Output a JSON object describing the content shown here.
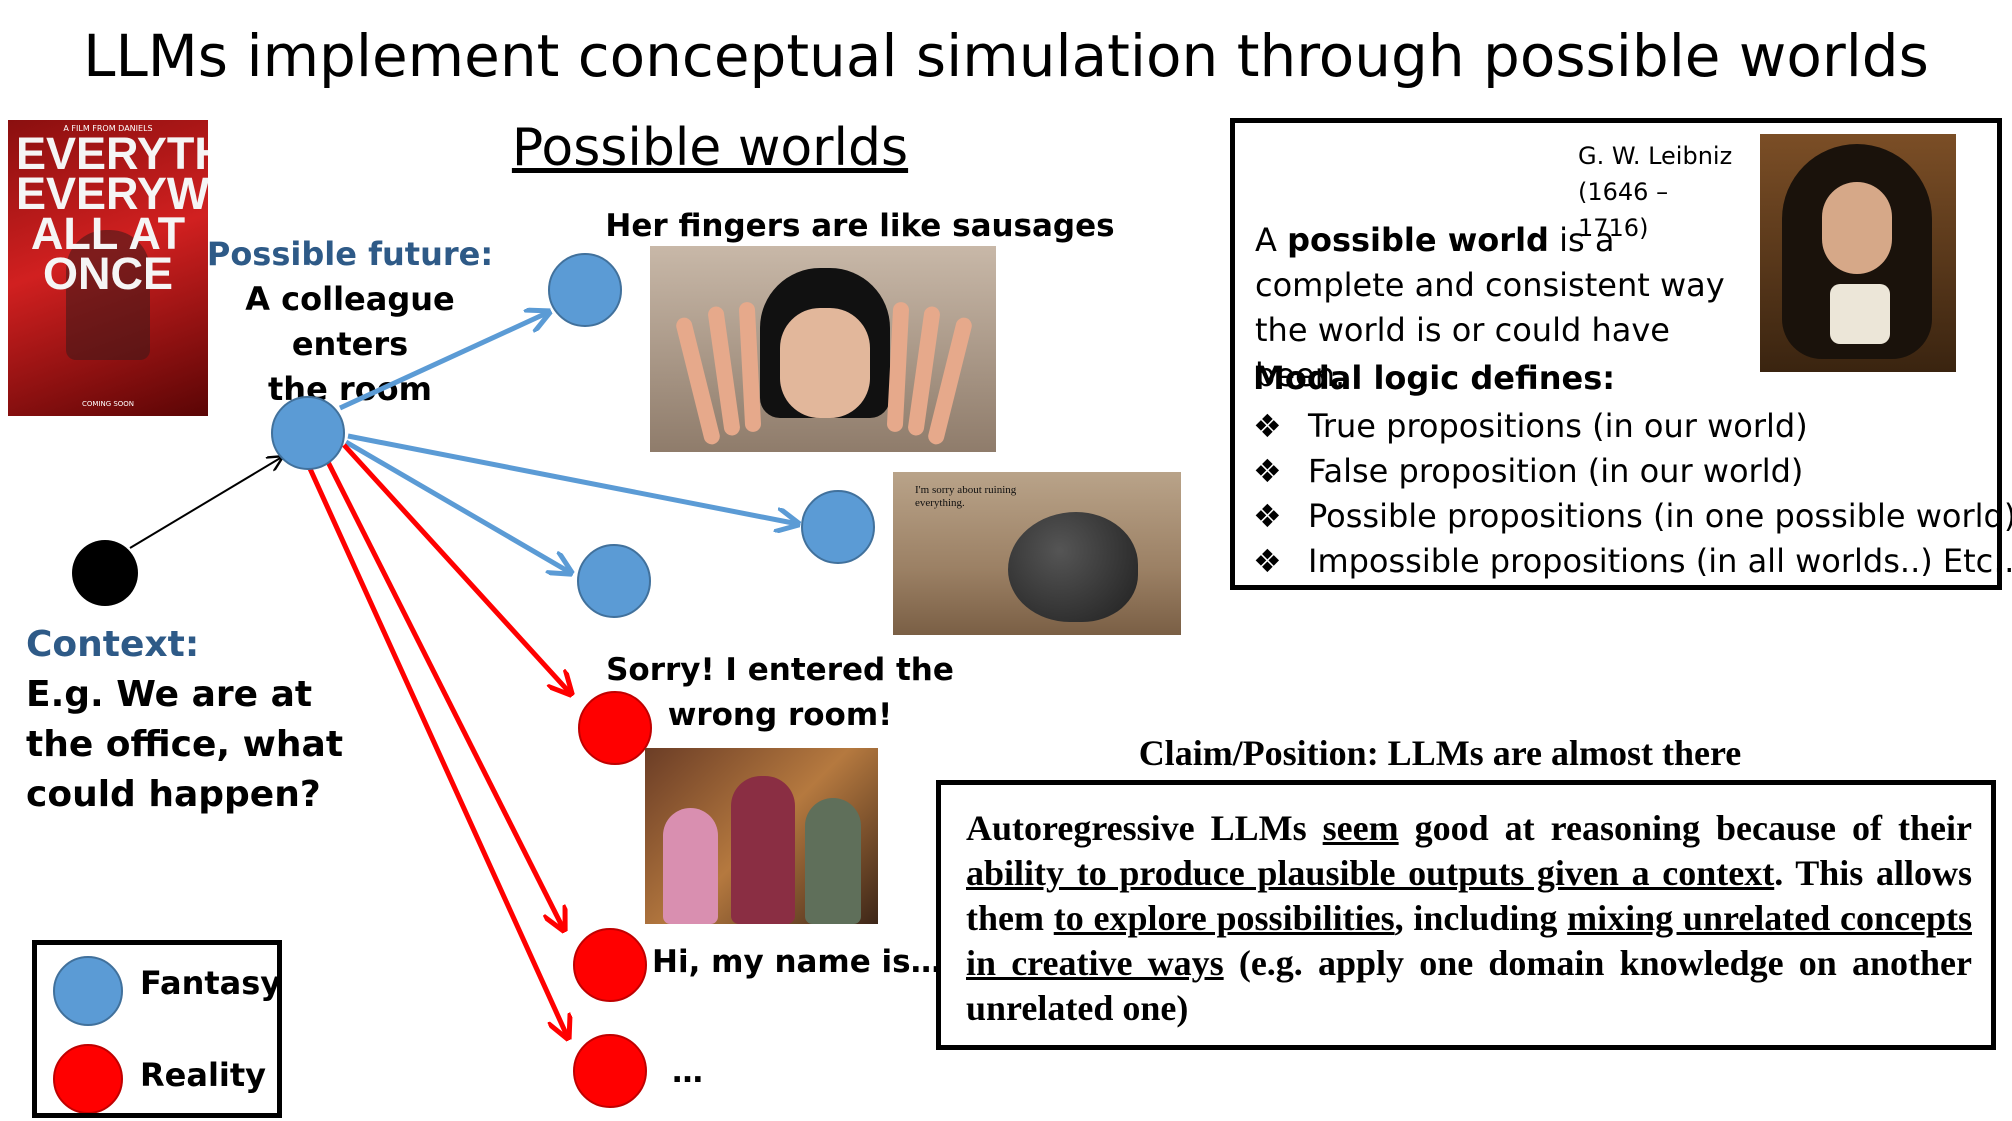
{
  "title": "LLMs implement conceptual simulation through possible worlds",
  "possible_worlds_heading": "Possible worlds",
  "poster": {
    "top_line": "A FILM FROM DANIELS",
    "title": "EVERYTHING EVERYWHERE ALL AT ONCE",
    "bottom_line": "COMING SOON"
  },
  "future": {
    "title": "Possible future:",
    "line1": "A colleague enters",
    "line2": "the room"
  },
  "context": {
    "title": "Context:",
    "body": "E.g. We are at the office, what could happen?"
  },
  "captions": {
    "sausage": "Her fingers are like sausages",
    "sorry_line1": "Sorry! I entered the",
    "sorry_line2": "wrong room!",
    "hi": "Hi, my name is…",
    "etc": "…"
  },
  "rock_image_text": "I'm sorry about ruining everything.",
  "leibniz": {
    "name": "G. W. Leibniz",
    "years": "(1646 – 1716)",
    "def_prefix": "A ",
    "def_bold": "possible world",
    "def_rest": " is a complete and consistent way the world is or could have been.",
    "modal_title": "Modal logic defines:",
    "bullet": "❖",
    "items": [
      "True propositions (in our world)",
      "False proposition (in our world)",
      "Possible propositions (in one possible world)",
      "Impossible propositions (in all worlds..) Etc…"
    ]
  },
  "claim": {
    "title": "Claim/Position: LLMs are almost there",
    "p1": "Autoregressive LLMs ",
    "u1": "seem",
    "p2": " good at reasoning because of their ",
    "u2": "ability to produce plausible outputs given a context",
    "p3": ". This allows them ",
    "u3": "to explore possibilities",
    "p4": ", including ",
    "u4": "mixing unrelated concepts in creative ways",
    "p5": " (e.g. apply one domain knowledge on another unrelated one)"
  },
  "legend": {
    "fantasy": "Fantasy",
    "reality": "Reality"
  },
  "colors": {
    "fantasy": "#5B9BD5",
    "fantasy_stroke": "#41719C",
    "reality": "#FF0000",
    "reality_stroke": "#C00000",
    "heading_blue": "#2E5A87"
  }
}
